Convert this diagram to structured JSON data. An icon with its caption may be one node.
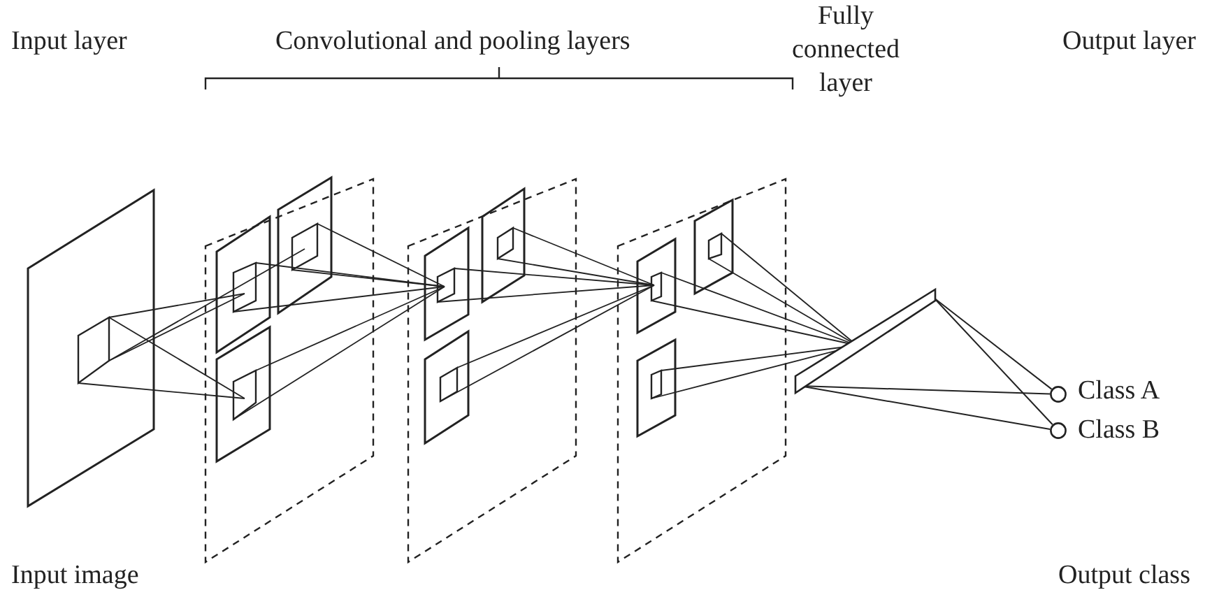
{
  "diagram": {
    "nodes": [
      {
        "text": [],
        "shape": "bar"
      },
      {
        "text": [],
        "shape": "circle",
        "beside": [
          "Class A"
        ]
      },
      {
        "text": [],
        "shape": "circle",
        "beside": [
          "Class B"
        ]
      }
    ],
    "edges": [
      {
        "from": 0,
        "to": 1,
        "arrow": "none"
      },
      {
        "from": 0,
        "to": 2,
        "arrow": "none"
      },
      {
        "from": 0,
        "to": 1,
        "arrow": "none"
      },
      {
        "from": 0,
        "to": 2,
        "arrow": "none"
      }
    ],
    "labels": [
      "Input layer",
      "Convolutional and pooling layers",
      "Fully connected layer",
      "Output layer",
      "Input image",
      "Output class"
    ]
  }
}
